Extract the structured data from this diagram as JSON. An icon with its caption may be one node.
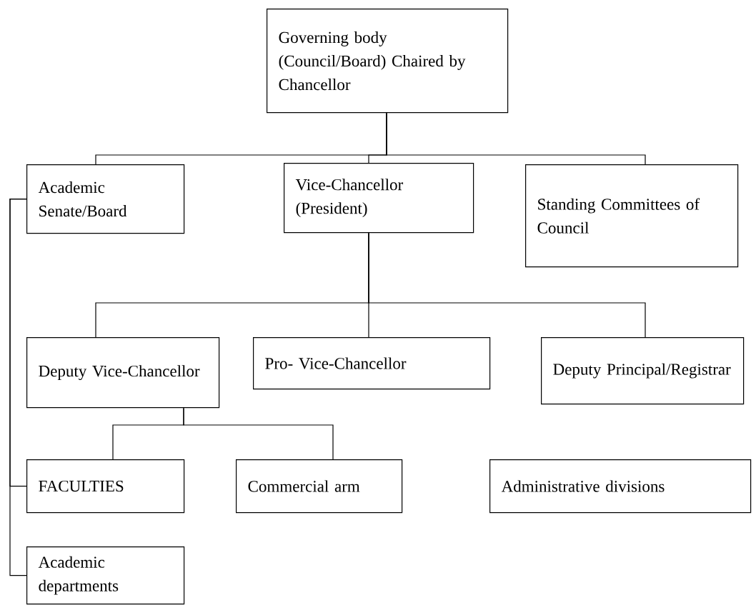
{
  "diagram": {
    "nodes": [
      {
        "text": [
          "Governing body (Council/Board) Chaired by Chancellor"
        ]
      },
      {
        "text": [
          "Academic Senate/Board"
        ]
      },
      {
        "text": [
          "Vice-Chancellor (President)"
        ]
      },
      {
        "text": [
          "Standing Committees of Council"
        ]
      },
      {
        "text": [
          "Deputy Vice-Chancellor"
        ]
      },
      {
        "text": [
          "Pro- Vice-Chancellor"
        ]
      },
      {
        "text": [
          "Deputy Principal/Registrar"
        ]
      },
      {
        "text": [
          "FACULTIES"
        ]
      },
      {
        "text": [
          "Commercial arm"
        ]
      },
      {
        "text": [
          "Administrative divisions"
        ]
      },
      {
        "text": [
          "Academic departments"
        ]
      }
    ],
    "edges": [
      {
        "from": 0,
        "to": 1,
        "arrow": "none"
      },
      {
        "from": 0,
        "to": 2,
        "arrow": "none"
      },
      {
        "from": 0,
        "to": 3,
        "arrow": "none"
      },
      {
        "from": 2,
        "to": 4,
        "arrow": "none"
      },
      {
        "from": 2,
        "to": 5,
        "arrow": "none"
      },
      {
        "from": 2,
        "to": 6,
        "arrow": "none"
      },
      {
        "from": 4,
        "to": 7,
        "arrow": "none"
      },
      {
        "from": 4,
        "to": 8,
        "arrow": "none"
      },
      {
        "from": 1,
        "to": 7,
        "arrow": "none"
      },
      {
        "from": 1,
        "to": 10,
        "arrow": "none"
      }
    ]
  }
}
